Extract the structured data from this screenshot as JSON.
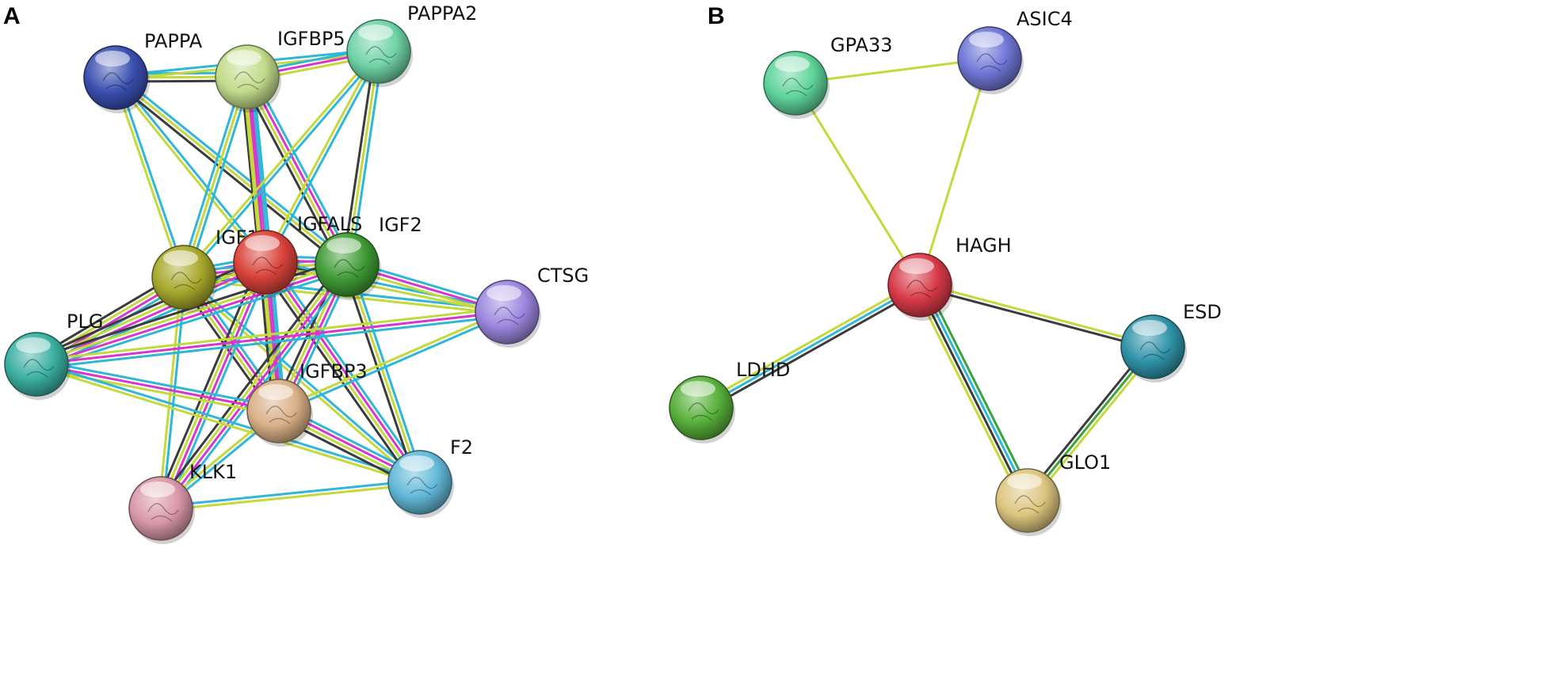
{
  "panels": [
    {
      "letter": "A",
      "nodes": [
        {
          "id": "PAPPA",
          "label": "PAPPA",
          "color": "#3a4fb0"
        },
        {
          "id": "IGFBP5",
          "label": "IGFBP5",
          "color": "#c2db8a"
        },
        {
          "id": "PAPPA2",
          "label": "PAPPA2",
          "color": "#6fd3a6"
        },
        {
          "id": "IGF1",
          "label": "IGF1",
          "color": "#a8a82c"
        },
        {
          "id": "IGFALS",
          "label": "IGFALS",
          "color": "#d9433a"
        },
        {
          "id": "IGF2",
          "label": "IGF2",
          "color": "#3f9b34"
        },
        {
          "id": "CTSG",
          "label": "CTSG",
          "color": "#9c86df"
        },
        {
          "id": "PLG",
          "label": "PLG",
          "color": "#3bb0a2"
        },
        {
          "id": "IGFBP3",
          "label": "IGFBP3",
          "color": "#d9b087"
        },
        {
          "id": "KLK1",
          "label": "KLK1",
          "color": "#d998a8"
        },
        {
          "id": "F2",
          "label": "F2",
          "color": "#62b9d9"
        }
      ],
      "edges": [
        {
          "a": "PAPPA",
          "b": "IGFBP5",
          "types": [
            "cyan",
            "yellow",
            "black"
          ]
        },
        {
          "a": "PAPPA",
          "b": "PAPPA2",
          "types": [
            "cyan",
            "yellow"
          ]
        },
        {
          "a": "PAPPA",
          "b": "IGF1",
          "types": [
            "cyan",
            "yellow"
          ]
        },
        {
          "a": "PAPPA",
          "b": "IGFALS",
          "types": [
            "cyan",
            "yellow"
          ]
        },
        {
          "a": "PAPPA",
          "b": "IGF2",
          "types": [
            "cyan",
            "yellow",
            "black"
          ]
        },
        {
          "a": "IGFBP5",
          "b": "PAPPA2",
          "types": [
            "cyan",
            "magenta",
            "yellow"
          ]
        },
        {
          "a": "IGFBP5",
          "b": "IGF1",
          "types": [
            "cyan",
            "yellow",
            "cyan"
          ]
        },
        {
          "a": "IGFBP5",
          "b": "IGFALS",
          "types": [
            "cyan",
            "magenta",
            "yellow",
            "black"
          ]
        },
        {
          "a": "IGFBP5",
          "b": "IGF2",
          "types": [
            "cyan",
            "magenta",
            "yellow",
            "black"
          ]
        },
        {
          "a": "IGFBP5",
          "b": "IGFBP3",
          "types": [
            "cyan",
            "magenta",
            "yellow"
          ]
        },
        {
          "a": "PAPPA2",
          "b": "IGF1",
          "types": [
            "cyan",
            "yellow"
          ]
        },
        {
          "a": "PAPPA2",
          "b": "IGFALS",
          "types": [
            "cyan",
            "yellow"
          ]
        },
        {
          "a": "PAPPA2",
          "b": "IGF2",
          "types": [
            "cyan",
            "yellow",
            "black"
          ]
        },
        {
          "a": "IGF1",
          "b": "IGFALS",
          "types": [
            "cyan",
            "magenta",
            "yellow",
            "black"
          ]
        },
        {
          "a": "IGF1",
          "b": "IGF2",
          "types": [
            "cyan",
            "magenta",
            "yellow",
            "black"
          ]
        },
        {
          "a": "IGF1",
          "b": "PLG",
          "types": [
            "cyan",
            "magenta",
            "yellow",
            "black"
          ]
        },
        {
          "a": "IGF1",
          "b": "IGFBP3",
          "types": [
            "cyan",
            "magenta",
            "yellow",
            "black"
          ]
        },
        {
          "a": "IGF1",
          "b": "KLK1",
          "types": [
            "cyan",
            "yellow"
          ]
        },
        {
          "a": "IGF1",
          "b": "F2",
          "types": [
            "cyan",
            "yellow"
          ]
        },
        {
          "a": "IGF1",
          "b": "CTSG",
          "types": [
            "cyan",
            "yellow"
          ]
        },
        {
          "a": "IGFALS",
          "b": "IGF2",
          "types": [
            "cyan",
            "magenta",
            "yellow",
            "black"
          ]
        },
        {
          "a": "IGFALS",
          "b": "PLG",
          "types": [
            "cyan",
            "magenta",
            "yellow",
            "black"
          ]
        },
        {
          "a": "IGFALS",
          "b": "IGFBP3",
          "types": [
            "cyan",
            "magenta",
            "yellow",
            "black"
          ]
        },
        {
          "a": "IGFALS",
          "b": "KLK1",
          "types": [
            "cyan",
            "magenta",
            "yellow",
            "black"
          ]
        },
        {
          "a": "IGFALS",
          "b": "F2",
          "types": [
            "cyan",
            "magenta",
            "yellow",
            "black"
          ]
        },
        {
          "a": "IGFALS",
          "b": "CTSG",
          "types": [
            "cyan",
            "yellow"
          ]
        },
        {
          "a": "IGF2",
          "b": "CTSG",
          "types": [
            "cyan",
            "magenta",
            "yellow"
          ]
        },
        {
          "a": "IGF2",
          "b": "PLG",
          "types": [
            "cyan",
            "magenta",
            "yellow",
            "black"
          ]
        },
        {
          "a": "IGF2",
          "b": "IGFBP3",
          "types": [
            "cyan",
            "magenta",
            "yellow",
            "black"
          ]
        },
        {
          "a": "IGF2",
          "b": "KLK1",
          "types": [
            "cyan",
            "magenta",
            "yellow",
            "black"
          ]
        },
        {
          "a": "IGF2",
          "b": "F2",
          "types": [
            "cyan",
            "yellow",
            "black"
          ]
        },
        {
          "a": "CTSG",
          "b": "PLG",
          "types": [
            "cyan",
            "magenta",
            "yellow"
          ]
        },
        {
          "a": "CTSG",
          "b": "IGFBP3",
          "types": [
            "cyan",
            "yellow"
          ]
        },
        {
          "a": "PLG",
          "b": "IGFBP3",
          "types": [
            "cyan",
            "magenta",
            "yellow"
          ]
        },
        {
          "a": "PLG",
          "b": "F2",
          "types": [
            "cyan",
            "yellow"
          ]
        },
        {
          "a": "IGFBP3",
          "b": "KLK1",
          "types": [
            "cyan",
            "yellow"
          ]
        },
        {
          "a": "IGFBP3",
          "b": "F2",
          "types": [
            "cyan",
            "magenta",
            "yellow",
            "black"
          ]
        },
        {
          "a": "KLK1",
          "b": "F2",
          "types": [
            "cyan",
            "yellow"
          ]
        }
      ]
    },
    {
      "letter": "B",
      "nodes": [
        {
          "id": "GPA33",
          "label": "GPA33",
          "color": "#5ed39a"
        },
        {
          "id": "ASIC4",
          "label": "ASIC4",
          "color": "#6f76d6"
        },
        {
          "id": "HAGH",
          "label": "HAGH",
          "color": "#d83a48"
        },
        {
          "id": "LDHD",
          "label": "LDHD",
          "color": "#58b03a"
        },
        {
          "id": "ESD",
          "label": "ESD",
          "color": "#2f93a8"
        },
        {
          "id": "GLO1",
          "label": "GLO1",
          "color": "#dcc57e"
        }
      ],
      "edges": [
        {
          "a": "GPA33",
          "b": "ASIC4",
          "types": [
            "yellow"
          ]
        },
        {
          "a": "GPA33",
          "b": "HAGH",
          "types": [
            "yellow"
          ]
        },
        {
          "a": "ASIC4",
          "b": "HAGH",
          "types": [
            "yellow"
          ]
        },
        {
          "a": "HAGH",
          "b": "LDHD",
          "types": [
            "black",
            "cyan",
            "yellow"
          ]
        },
        {
          "a": "HAGH",
          "b": "ESD",
          "types": [
            "yellow",
            "black"
          ]
        },
        {
          "a": "HAGH",
          "b": "GLO1",
          "types": [
            "green",
            "cyan",
            "black",
            "yellow"
          ]
        },
        {
          "a": "ESD",
          "b": "GLO1",
          "types": [
            "yellow",
            "green",
            "black"
          ]
        }
      ]
    }
  ],
  "colors": {
    "cyan": "#2fb7d6",
    "yellow": "#c4d93a",
    "magenta": "#d935d0",
    "black": "#3b3b3b",
    "green": "#3aa63a"
  }
}
